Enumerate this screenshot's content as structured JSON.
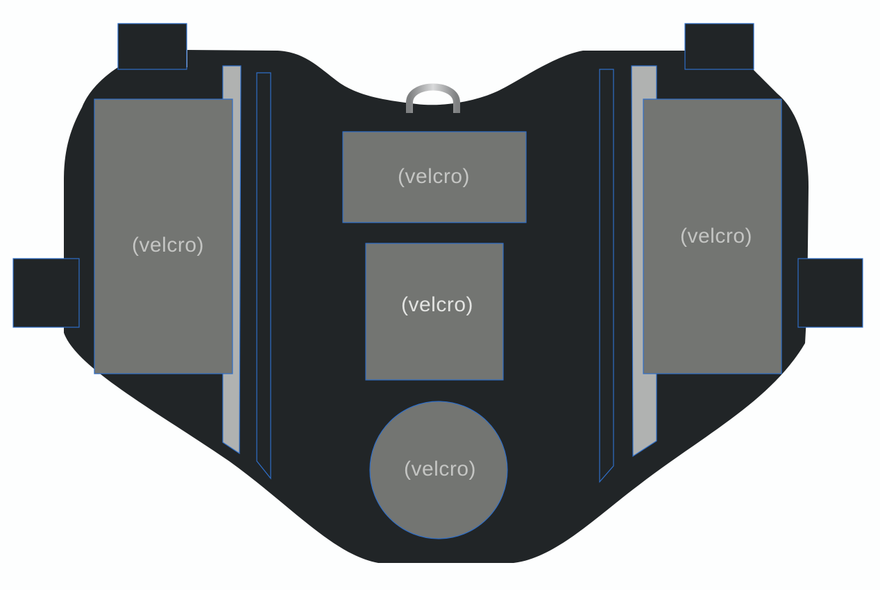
{
  "colors": {
    "page_background": "#fdfefe",
    "body": "#212527",
    "patch_fill": "#737572",
    "patch_outline": "#2f6fc9",
    "label_text": "#c4c5c3",
    "label_text_bright": "#e3e4e2",
    "strip_fill": "#b0b2b1",
    "d_ring": "#a9aaab"
  },
  "patches": {
    "left_panel": {
      "label": "(velcro)"
    },
    "top_center": {
      "label": "(velcro)"
    },
    "middle_center": {
      "label": "(velcro)"
    },
    "right_panel": {
      "label": "(velcro)"
    },
    "bottom_circle": {
      "label": "(velcro)"
    }
  }
}
